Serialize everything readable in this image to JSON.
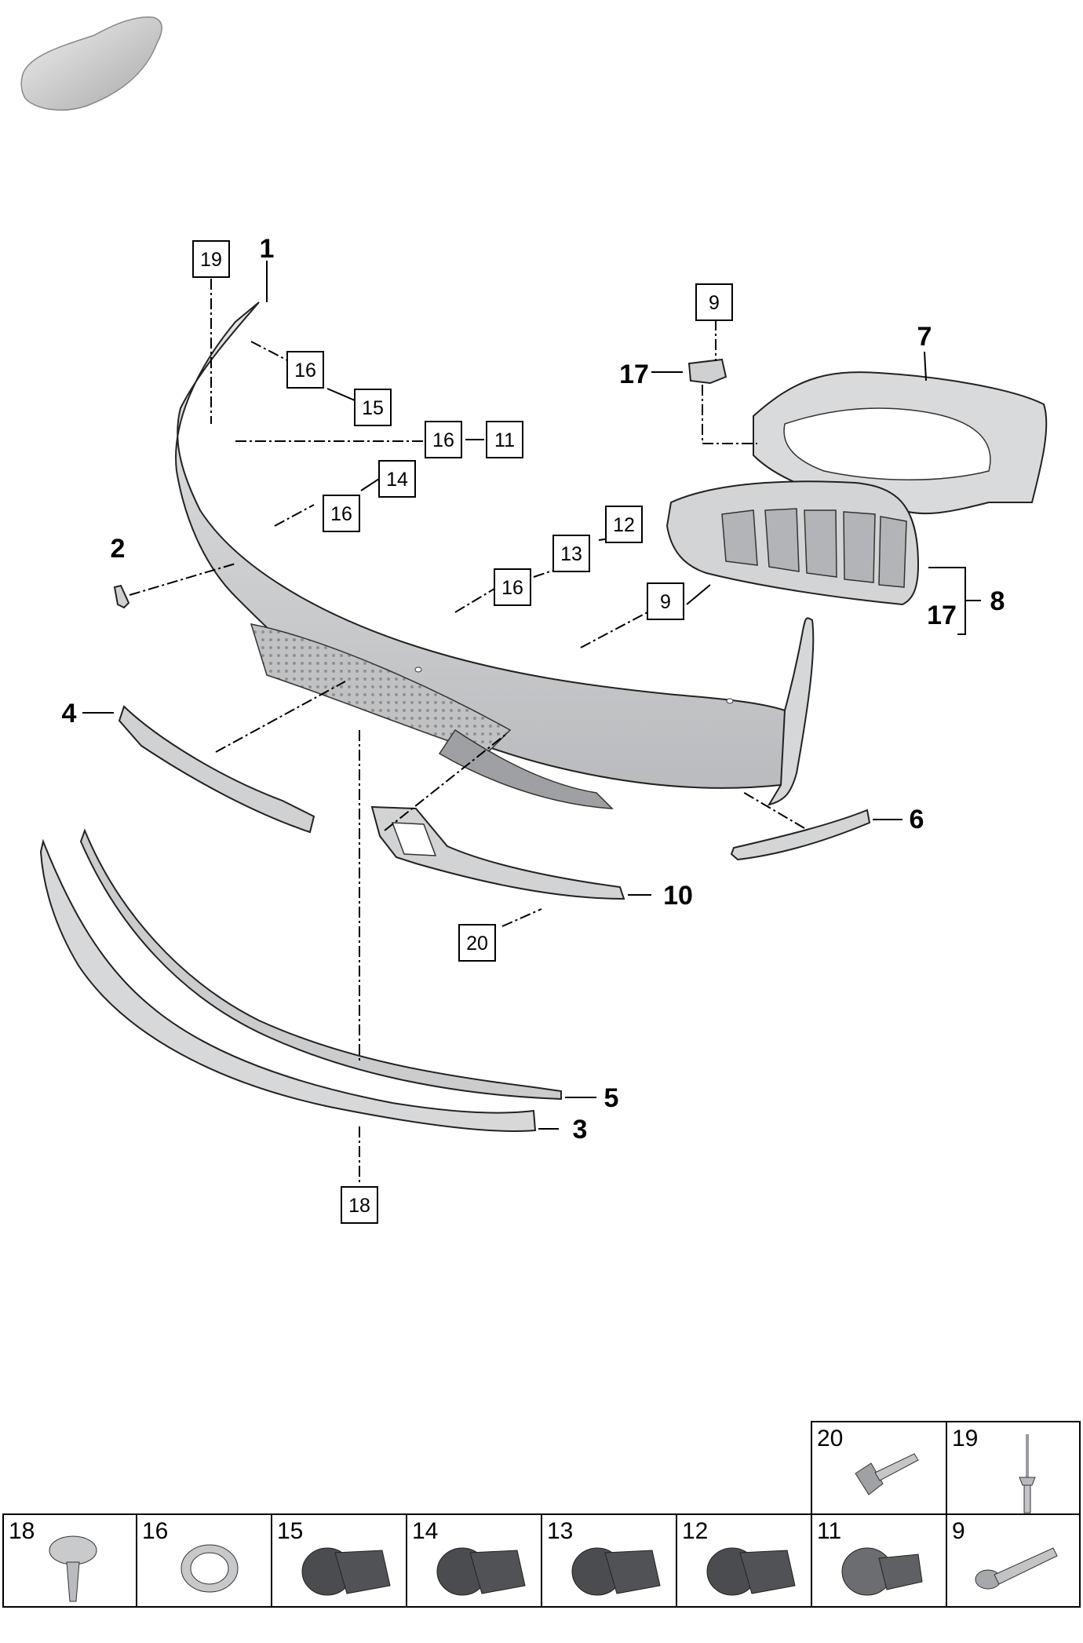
{
  "callouts": {
    "c1": "1",
    "c2": "2",
    "c3": "3",
    "c4": "4",
    "c5": "5",
    "c6": "6",
    "c7": "7",
    "c8": "8",
    "c10": "10",
    "c17a": "17",
    "c17b": "17"
  },
  "boxes": {
    "b19": "19",
    "b16a": "16",
    "b15": "15",
    "b16b": "16",
    "b11": "11",
    "b14": "14",
    "b16c": "16",
    "b12": "12",
    "b13": "13",
    "b16d": "16",
    "b9a": "9",
    "b9b": "9",
    "b20": "20",
    "b18": "18"
  },
  "legend": {
    "top": [
      "20",
      "19"
    ],
    "bottom": [
      "18",
      "16",
      "15",
      "14",
      "13",
      "12",
      "11",
      "9"
    ]
  },
  "colors": {
    "part_fill": "#cfd0d2",
    "part_shade": "#a9abae",
    "sensor": "#4a4c4f",
    "line": "#000000"
  }
}
